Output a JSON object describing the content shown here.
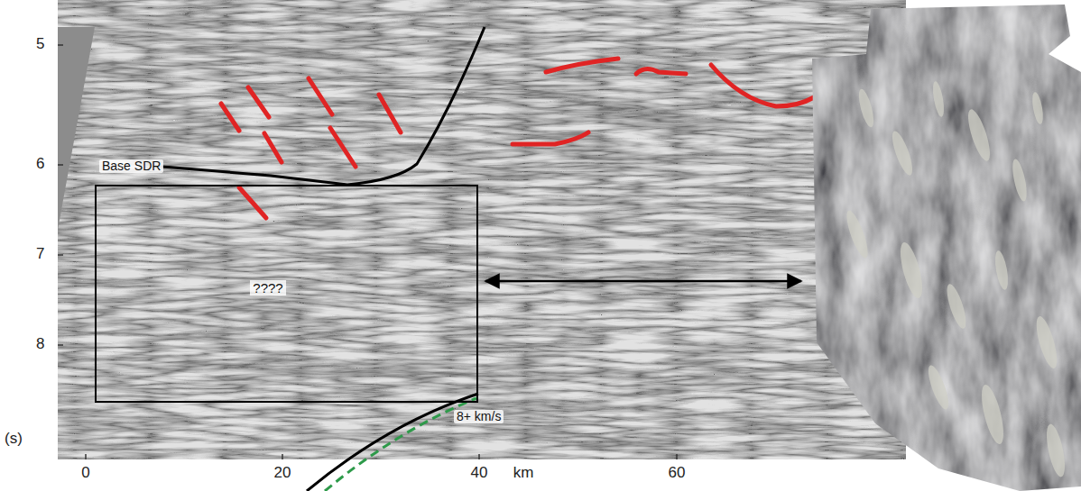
{
  "diagram": {
    "nodes": [
      {
        "text": [
          "????"
        ]
      }
    ],
    "labels": [
      "5",
      "6",
      "7",
      "8",
      "(s)",
      "0",
      "20",
      "40",
      "km",
      "60",
      "Base SDR",
      "8+ km/s"
    ]
  }
}
